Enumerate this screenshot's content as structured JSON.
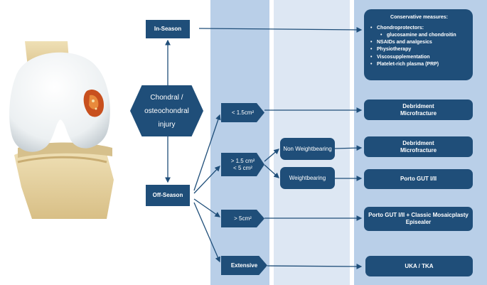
{
  "nodes": {
    "in_season": "In-Season",
    "off_season": "Off-Season",
    "injury": [
      "Chondral /",
      "osteochondral",
      "injury"
    ],
    "size_small": "< 1.5cm²",
    "size_medium": [
      "> 1.5 cm²",
      "< 5 cm²"
    ],
    "size_large": "> 5cm²",
    "size_extensive": "Extensive",
    "non_weightbearing": "Non Weightbearing",
    "weightbearing": "Weightbearing"
  },
  "treatments": {
    "conservative_title": "Conservative measures:",
    "conservative_items": [
      "Chondroprotectors:",
      "glucosamine and chondroitin",
      "NSAIDs and analgesics",
      "Physiotherapy",
      "Viscosupplementation",
      "Platelet-rich plasma (PRP)"
    ],
    "debridement_1": [
      "Debridment",
      "Microfracture"
    ],
    "debridement_2": [
      "Debridment",
      "Microfracture"
    ],
    "porto_gut": "Porto GUT I/II",
    "porto_mosaic": [
      "Porto GUT I/II + Classic Mosaicplasty",
      "Episealer"
    ],
    "uka_tka": "UKA / TKA"
  },
  "colors": {
    "box": "#1f4e79",
    "band_dark": "#b9cfe8",
    "band_light": "#dde7f3",
    "lesion": "#c8501e"
  }
}
